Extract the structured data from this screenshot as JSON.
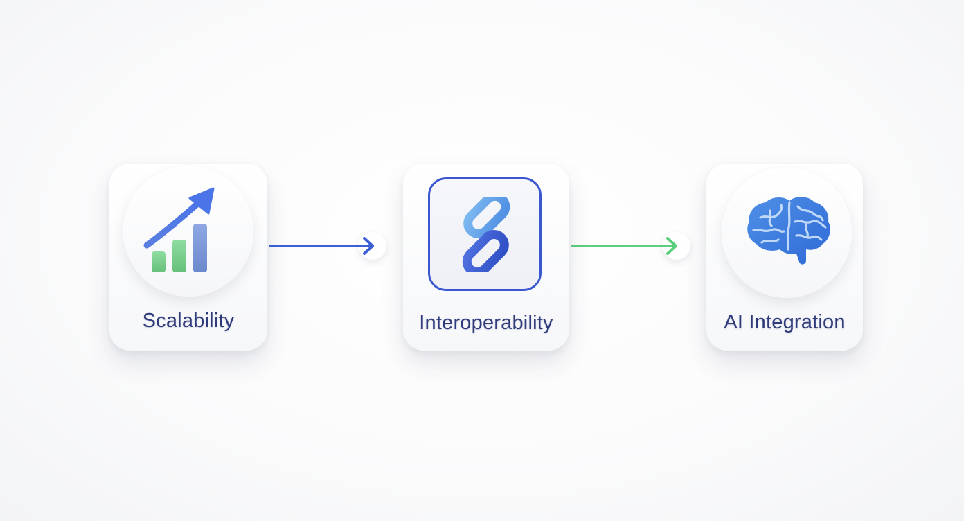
{
  "diagram": {
    "steps": [
      {
        "label": "Scalability",
        "icon": "growth-chart-icon"
      },
      {
        "label": "Interoperability",
        "icon": "chain-link-icon"
      },
      {
        "label": "AI Integration",
        "icon": "brain-icon"
      }
    ],
    "connectors": [
      {
        "from": "Scalability",
        "to": "Interoperability",
        "color": "#3c5fd8"
      },
      {
        "from": "Interoperability",
        "to": "AI Integration",
        "color": "#5ccf7e"
      }
    ]
  },
  "colors": {
    "label_text": "#2f3a7a",
    "accent_blue": "#3c5fd8",
    "accent_green": "#5ccf7e",
    "bar_green": "#7fd08f",
    "bar_blue": "#7e9bd8",
    "frame_blue": "#3a57cf"
  }
}
